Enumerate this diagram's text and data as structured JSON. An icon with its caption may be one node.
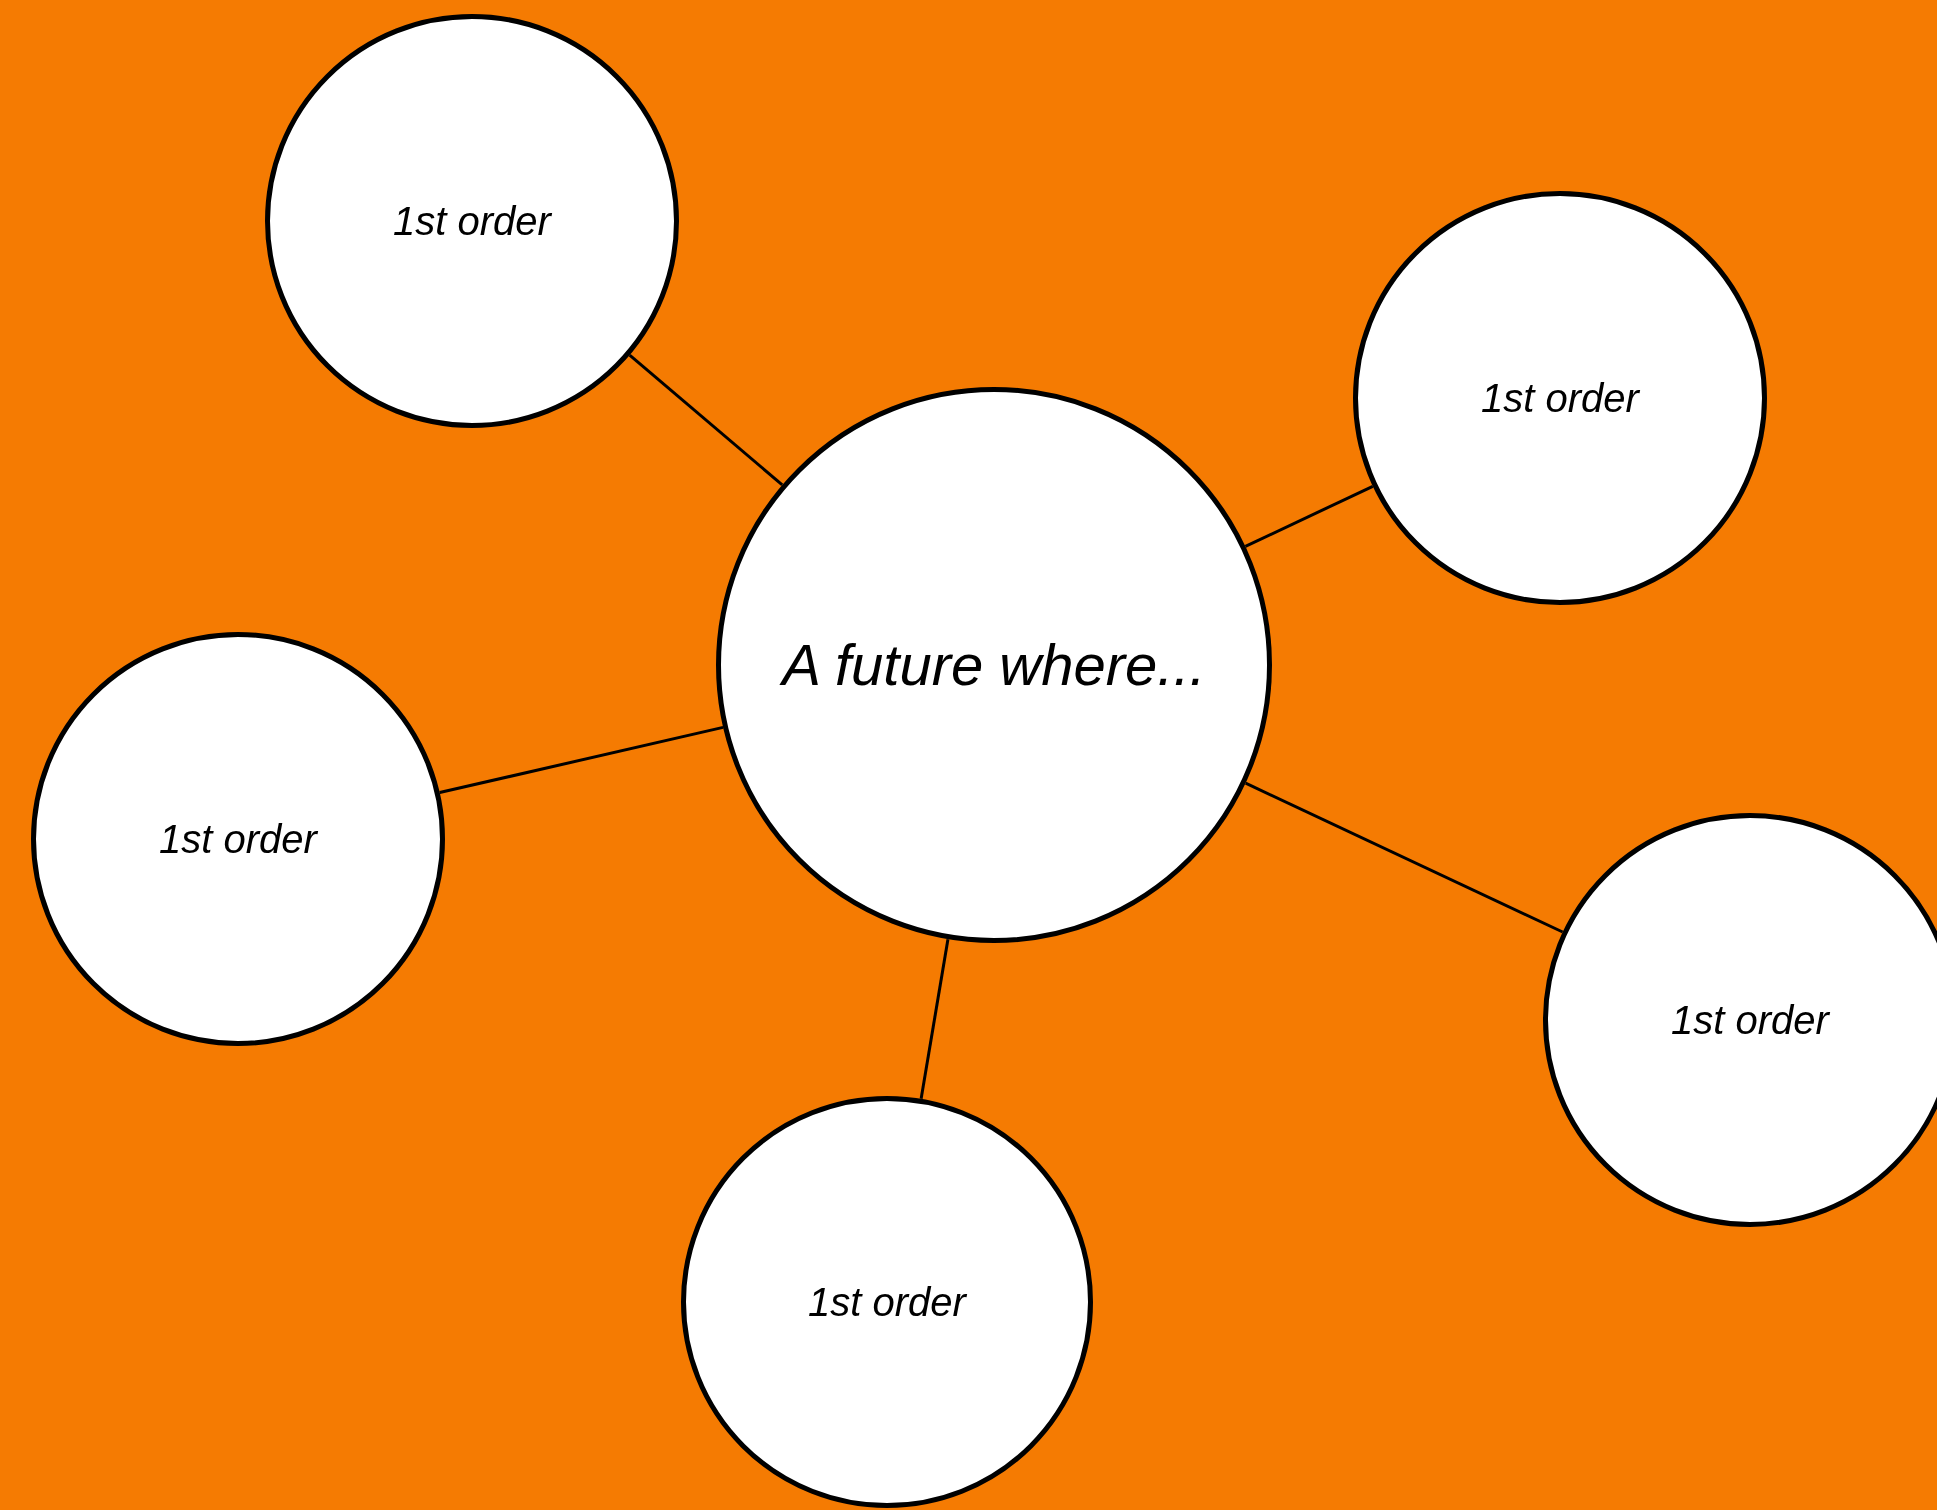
{
  "diagram": {
    "nodes": [
      {
        "text": [
          "1st order"
        ]
      },
      {
        "text": [
          "1st order"
        ]
      },
      {
        "text": [
          "A future where..."
        ]
      },
      {
        "text": [
          "1st order"
        ]
      },
      {
        "text": [
          "1st order"
        ]
      },
      {
        "text": [
          "1st order"
        ]
      }
    ],
    "edges": [
      {
        "from": 2,
        "to": 0,
        "arrow": "none"
      },
      {
        "from": 2,
        "to": 1,
        "arrow": "none"
      },
      {
        "from": 2,
        "to": 3,
        "arrow": "none"
      },
      {
        "from": 2,
        "to": 4,
        "arrow": "none"
      },
      {
        "from": 2,
        "to": 5,
        "arrow": "none"
      }
    ]
  }
}
